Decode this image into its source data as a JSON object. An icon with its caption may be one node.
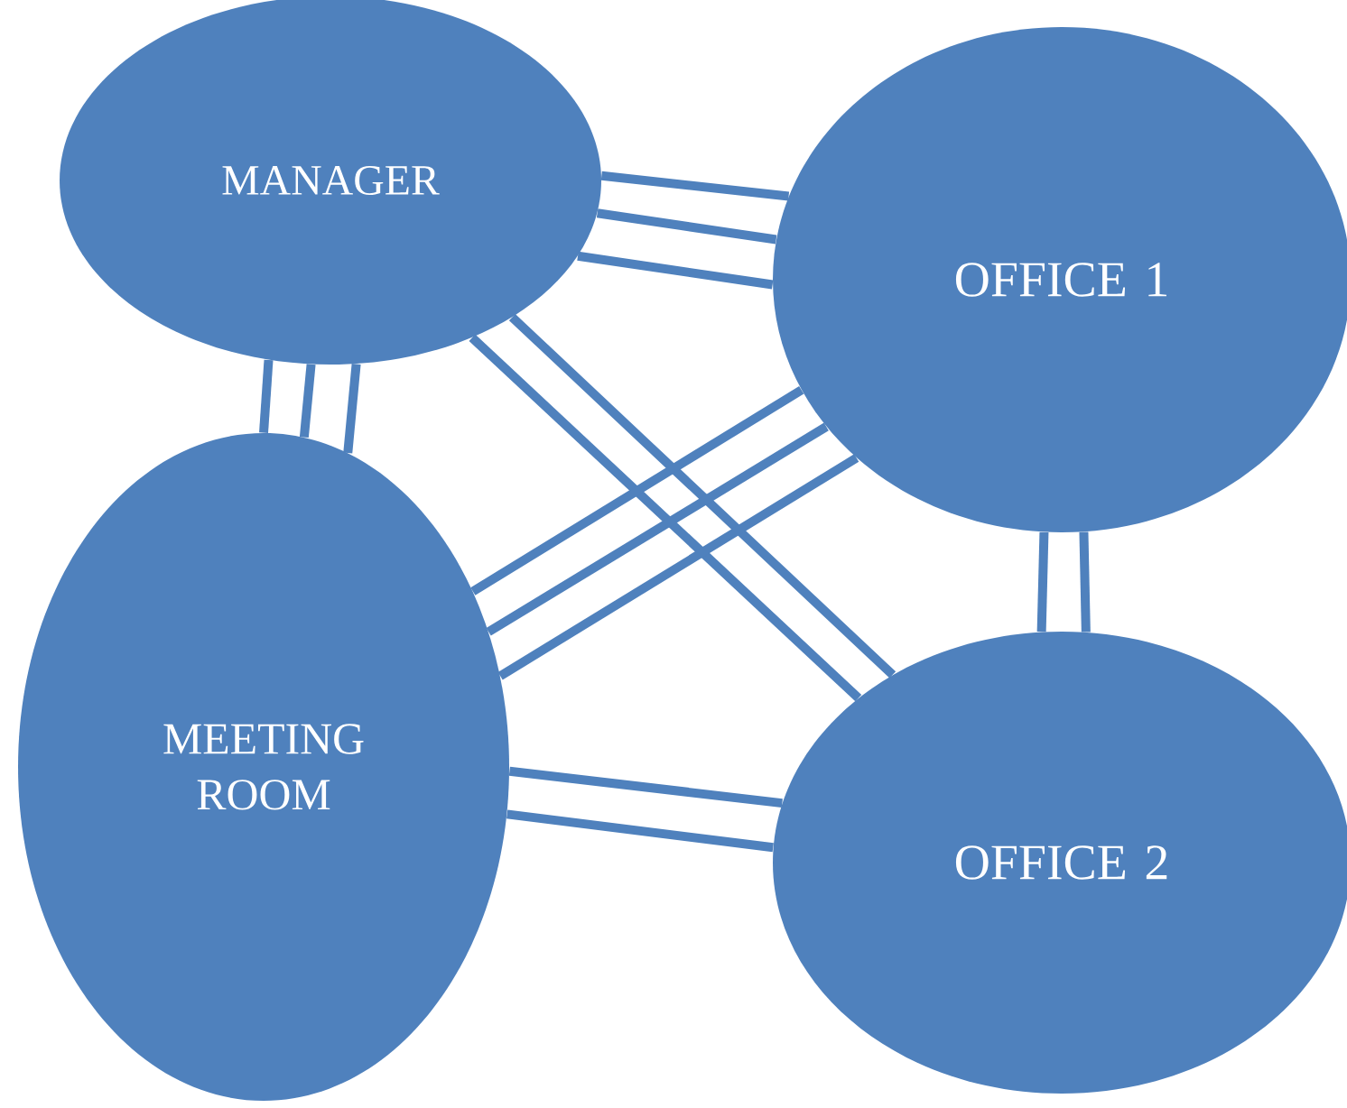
{
  "diagram": {
    "nodes": [
      {
        "text": [
          "MANAGER"
        ]
      },
      {
        "text": [
          "OFFICE 1"
        ]
      },
      {
        "text": [
          "MEETING ROOM"
        ]
      },
      {
        "text": [
          "OFFICE 2"
        ]
      }
    ],
    "edges": [
      {
        "from": 0,
        "to": 1,
        "arrow": "none"
      },
      {
        "from": 0,
        "to": 1,
        "arrow": "none"
      },
      {
        "from": 0,
        "to": 1,
        "arrow": "none"
      },
      {
        "from": 0,
        "to": 2,
        "arrow": "none"
      },
      {
        "from": 0,
        "to": 2,
        "arrow": "none"
      },
      {
        "from": 0,
        "to": 2,
        "arrow": "none"
      },
      {
        "from": 0,
        "to": 3,
        "arrow": "none"
      },
      {
        "from": 0,
        "to": 3,
        "arrow": "none"
      },
      {
        "from": 1,
        "to": 2,
        "arrow": "none"
      },
      {
        "from": 1,
        "to": 2,
        "arrow": "none"
      },
      {
        "from": 1,
        "to": 2,
        "arrow": "none"
      },
      {
        "from": 1,
        "to": 3,
        "arrow": "none"
      },
      {
        "from": 1,
        "to": 3,
        "arrow": "none"
      },
      {
        "from": 2,
        "to": 3,
        "arrow": "none"
      },
      {
        "from": 2,
        "to": 3,
        "arrow": "none"
      }
    ]
  }
}
